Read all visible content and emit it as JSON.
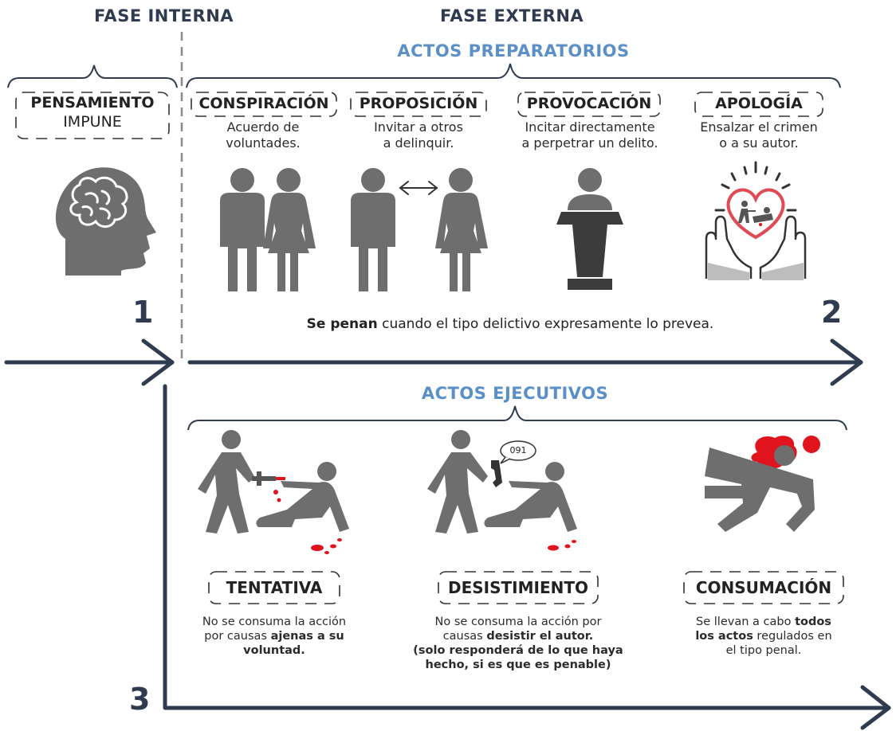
{
  "phases": {
    "internal_title": "FASE INTERNA",
    "external_title": "FASE EXTERNA"
  },
  "internal": {
    "label_line1": "PENSAMIENTO",
    "label_line2": "IMPUNE",
    "number": "1"
  },
  "preparatory": {
    "title": "ACTOS PREPARATORIOS",
    "number": "2",
    "items": [
      {
        "label": "CONSPIRACIÓN",
        "desc_line1": "Acuerdo de",
        "desc_line2": "voluntades."
      },
      {
        "label": "PROPOSICIÓN",
        "desc_line1": "Invitar a otros",
        "desc_line2": "a delinquir."
      },
      {
        "label": "PROVOCACIÓN",
        "desc_line1": "Incitar directamente",
        "desc_line2": "a perpetrar un delito."
      },
      {
        "label": "APOLOGÍA",
        "desc_line1": "Ensalzar el crimen",
        "desc_line2": "o a su autor."
      }
    ],
    "rule_bold": "Se penan",
    "rule_rest": " cuando el tipo delictivo expresamente lo prevea."
  },
  "executive": {
    "title": "ACTOS EJECUTIVOS",
    "number": "3",
    "phone_number": "091",
    "tentativa": {
      "label": "TENTATIVA",
      "line1": "No se consuma la acción",
      "line2_plain": "por causas ",
      "line2_bold": "ajenas a su",
      "line3_bold": "voluntad."
    },
    "desistimiento": {
      "label": "DESISTIMIENTO",
      "line1": "No se consuma la acción por",
      "line2_plain": "causas ",
      "line2_bold": "desistir el autor.",
      "line3_bold": "(solo responderá de lo que haya",
      "line4_bold": "hecho, si es que es penable)"
    },
    "consumacion": {
      "label": "CONSUMACIÓN",
      "line1_plain": "Se llevan a cabo ",
      "line1_bold": "todos",
      "line2_bold": "los actos",
      "line2_plain": " regulados en",
      "line3": "el tipo penal."
    }
  },
  "colors": {
    "dark": "#2f3b4f",
    "accent": "#5b8fc7",
    "figure": "#6e6e6e",
    "blood": "#e0141e"
  },
  "icons": [
    "brain-head-icon",
    "couple-icon",
    "invite-icon",
    "lectern-icon",
    "heart-hands-icon",
    "stabbing-icon",
    "phone-call-icon",
    "victim-icon"
  ]
}
